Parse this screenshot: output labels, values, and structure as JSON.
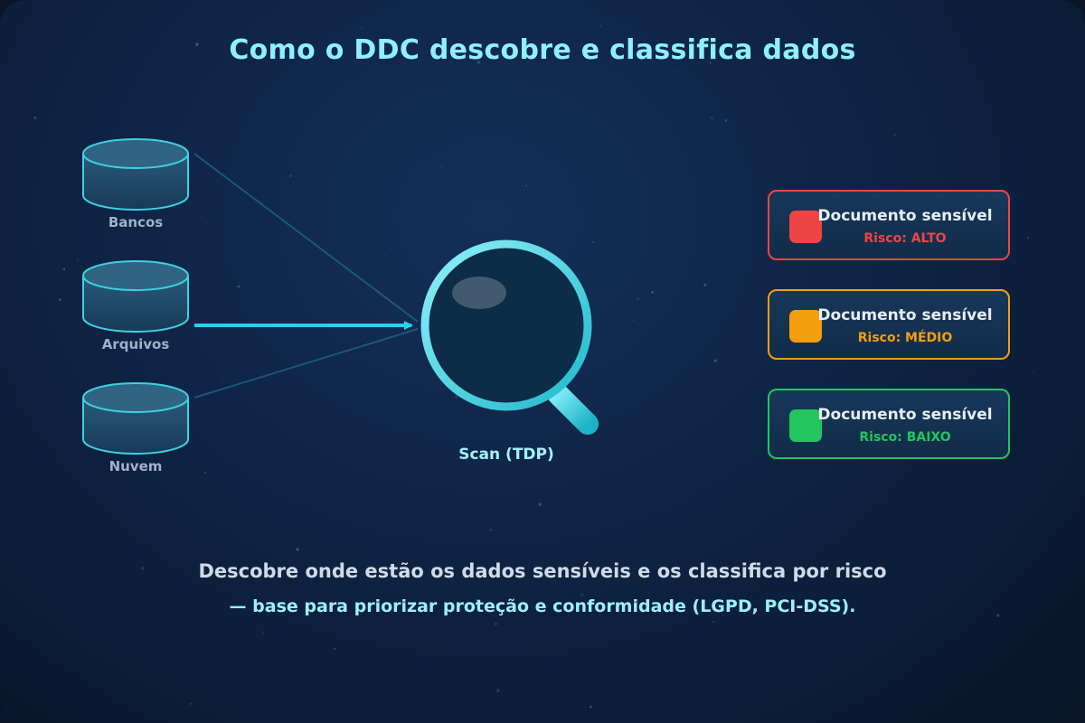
{
  "title": "Como o DDC descobre e classifica dados",
  "sources": [
    {
      "label": "Bancos"
    },
    {
      "label": "Arquivos"
    },
    {
      "label": "Nuvem"
    }
  ],
  "scanner": {
    "label": "Scan (TDP)",
    "icon": "magnifier-icon"
  },
  "results": [
    {
      "title": "Documento sensível",
      "risk": "Risco: ALTO",
      "color": "#ef4444"
    },
    {
      "title": "Documento sensível",
      "risk": "Risco: MÉDIO",
      "color": "#f59e0b"
    },
    {
      "title": "Documento sensível",
      "risk": "Risco: BAIXO",
      "color": "#22c55e"
    }
  ],
  "footer": {
    "line1": "Descobre onde estão os dados sensíveis e os classifica por risco",
    "line2": "— base para priorizar proteção e conformidade (LGPD, PCI-DSS)."
  },
  "colors": {
    "accent": "#22d3ee",
    "title": "#8ff0fb"
  }
}
